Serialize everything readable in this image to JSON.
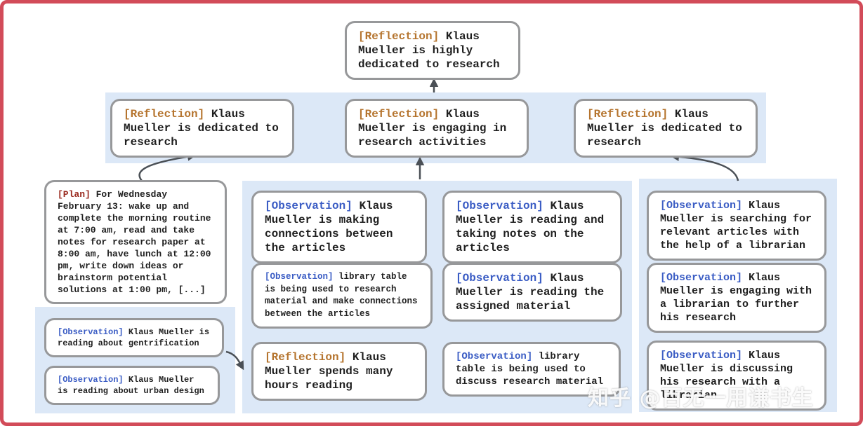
{
  "palette": {
    "tag_reflection": "#b5742e",
    "tag_observation": "#3a5cc4",
    "tag_plan": "#9a2a1f",
    "band_bg": "#dce8f7",
    "frame_border": "#d24b59",
    "arrow": "#4b5056",
    "box_border": "#97989a"
  },
  "nodes": {
    "top": {
      "tag": "[Reflection]",
      "text": "Klaus Mueller is highly dedicated to research"
    },
    "r2a": {
      "tag": "[Reflection]",
      "text": "Klaus Mueller is dedicated to research"
    },
    "r2b": {
      "tag": "[Reflection]",
      "text": "Klaus Mueller is engaging in research activities"
    },
    "r2c": {
      "tag": "[Reflection]",
      "text": "Klaus Mueller is dedicated to research"
    },
    "plan": {
      "tag": "[Plan]",
      "text": "For Wednesday February 13: wake up and complete the morning routine at 7:00 am, read and take notes for research paper at 8:00 am, have lunch at 12:00 pm, write down ideas or brainstorm potential solutions at 1:00 pm, [...]"
    },
    "obsA": {
      "tag": "[Observation]",
      "text": "Klaus Mueller is reading about gentrification"
    },
    "obsB": {
      "tag": "[Observation]",
      "text": "Klaus Mueller is reading about urban design"
    },
    "m1": {
      "tag": "[Observation]",
      "text": "Klaus Mueller is making connections between the articles"
    },
    "m2": {
      "tag": "[Observation]",
      "text": "library table is being used to research material and make connections between the articles"
    },
    "m3": {
      "tag": "[Reflection]",
      "text": "Klaus Mueller spends many hours reading"
    },
    "r1": {
      "tag": "[Observation]",
      "text": "Klaus Mueller is reading and taking notes on the articles"
    },
    "r2": {
      "tag": "[Observation]",
      "text": "Klaus Mueller is reading the assigned material"
    },
    "r3": {
      "tag": "[Observation]",
      "text": "library table is being used to discuss research material"
    },
    "rr1": {
      "tag": "[Observation]",
      "text": "Klaus Mueller is searching for relevant articles with the help of a librarian"
    },
    "rr2": {
      "tag": "[Observation]",
      "text": "Klaus Mueller is engaging with a librarian to further his research"
    },
    "rr3": {
      "tag": "[Observation]",
      "text": "Klaus Mueller is discussing his research with a librarian"
    }
  },
  "watermark": {
    "text": "知乎 @百无一用谦书生"
  }
}
